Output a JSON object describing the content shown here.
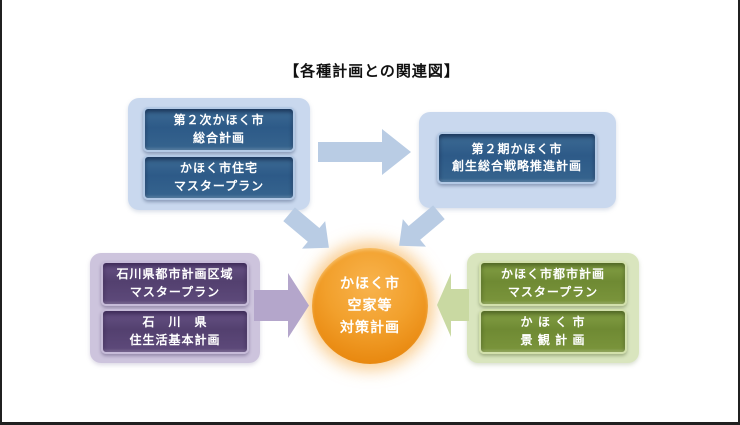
{
  "page": {
    "title": "【各種計画との関連図】"
  },
  "colors": {
    "panel_light_blue": "#c9d8ee",
    "box_dark_blue": "#2d5a88",
    "panel_light_purple": "#cdc4dd",
    "box_dark_purple": "#53406f",
    "panel_light_green": "#d9e5be",
    "box_dark_green": "#6f8a33",
    "center_orange": "#ee9017",
    "arrow_blue": "#b9cce4",
    "arrow_purple": "#b4a6cb",
    "arrow_green": "#c9d9a2",
    "text_on_dark": "#ffffff"
  },
  "groups": {
    "top_left": {
      "boxes": [
        {
          "line1": "第２次かほく市",
          "line2": "総合計画"
        },
        {
          "line1": "かほく市住宅",
          "line2": "マスタープラン"
        }
      ]
    },
    "top_right": {
      "boxes": [
        {
          "line1": "第２期かほく市",
          "line2": "創生総合戦略推進計画"
        }
      ]
    },
    "left": {
      "boxes": [
        {
          "line1": "石川県都市計画区域",
          "line2": "マスタープラン"
        },
        {
          "line1": "石　川　県",
          "line2": "住生活基本計画"
        }
      ]
    },
    "right": {
      "boxes": [
        {
          "line1": "かほく市都市計画",
          "line2": "マスタープラン"
        },
        {
          "line1": "か ほ く 市",
          "line2": "景 観 計 画"
        }
      ]
    }
  },
  "center": {
    "line1": "かほく市",
    "line2": "空家等",
    "line3": "対策計画"
  }
}
